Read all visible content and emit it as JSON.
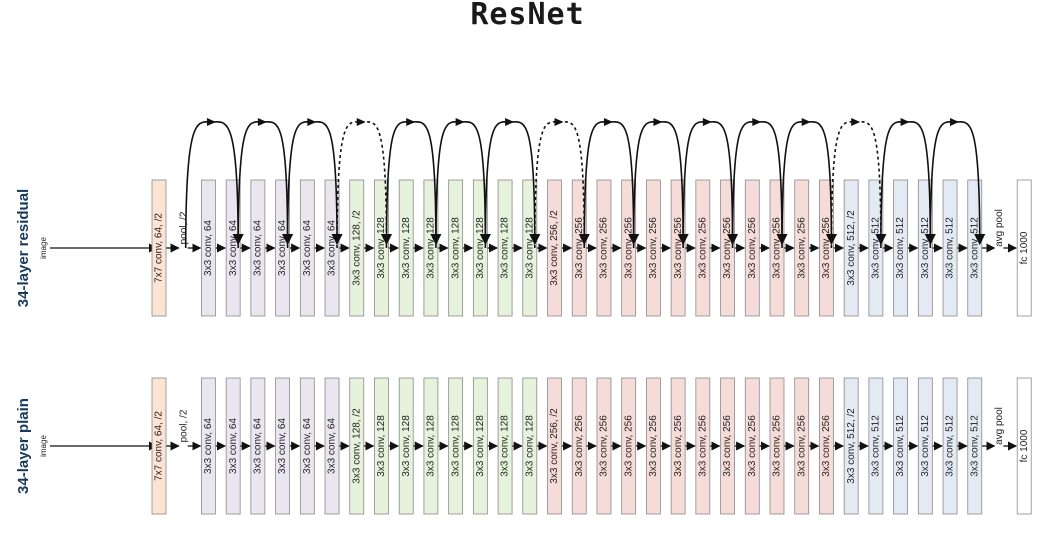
{
  "title": "ResNet",
  "rows": [
    {
      "id": "residual",
      "label": "34-layer residual",
      "input_label": "image",
      "skips": true
    },
    {
      "id": "plain",
      "label": "34-layer plain",
      "input_label": "image",
      "skips": false
    }
  ],
  "layers": [
    {
      "label": "7x7 conv, 64, /2",
      "stage": "stem"
    },
    {
      "label": "pool, /2",
      "stage": "pool"
    },
    {
      "label": "3x3 conv, 64",
      "stage": "s64"
    },
    {
      "label": "3x3 conv, 64",
      "stage": "s64"
    },
    {
      "label": "3x3 conv, 64",
      "stage": "s64"
    },
    {
      "label": "3x3 conv, 64",
      "stage": "s64"
    },
    {
      "label": "3x3 conv, 64",
      "stage": "s64"
    },
    {
      "label": "3x3 conv, 64",
      "stage": "s64"
    },
    {
      "label": "3x3 conv, 128, /2",
      "stage": "s128"
    },
    {
      "label": "3x3 conv, 128",
      "stage": "s128"
    },
    {
      "label": "3x3 conv, 128",
      "stage": "s128"
    },
    {
      "label": "3x3 conv, 128",
      "stage": "s128"
    },
    {
      "label": "3x3 conv, 128",
      "stage": "s128"
    },
    {
      "label": "3x3 conv, 128",
      "stage": "s128"
    },
    {
      "label": "3x3 conv, 128",
      "stage": "s128"
    },
    {
      "label": "3x3 conv, 128",
      "stage": "s128"
    },
    {
      "label": "3x3 conv, 256, /2",
      "stage": "s256"
    },
    {
      "label": "3x3 conv, 256",
      "stage": "s256"
    },
    {
      "label": "3x3 conv, 256",
      "stage": "s256"
    },
    {
      "label": "3x3 conv, 256",
      "stage": "s256"
    },
    {
      "label": "3x3 conv, 256",
      "stage": "s256"
    },
    {
      "label": "3x3 conv, 256",
      "stage": "s256"
    },
    {
      "label": "3x3 conv, 256",
      "stage": "s256"
    },
    {
      "label": "3x3 conv, 256",
      "stage": "s256"
    },
    {
      "label": "3x3 conv, 256",
      "stage": "s256"
    },
    {
      "label": "3x3 conv, 256",
      "stage": "s256"
    },
    {
      "label": "3x3 conv, 256",
      "stage": "s256"
    },
    {
      "label": "3x3 conv, 256",
      "stage": "s256"
    },
    {
      "label": "3x3 conv, 512, /2",
      "stage": "s512"
    },
    {
      "label": "3x3 conv, 512",
      "stage": "s512"
    },
    {
      "label": "3x3 conv, 512",
      "stage": "s512"
    },
    {
      "label": "3x3 conv, 512",
      "stage": "s512"
    },
    {
      "label": "3x3 conv, 512",
      "stage": "s512"
    },
    {
      "label": "3x3 conv, 512",
      "stage": "s512"
    },
    {
      "label": "avg pool",
      "stage": "pool"
    },
    {
      "label": "fc 1000",
      "stage": "fc"
    }
  ],
  "stage_colors": {
    "stem": "#fbe4d3",
    "s64": "#e9e6f0",
    "s128": "#e6f2dc",
    "s256": "#f6dcd9",
    "s512": "#e4eaf4",
    "fc": "#ffffff"
  },
  "skip_connections": [
    {
      "from": 1,
      "to": 3,
      "style": "solid"
    },
    {
      "from": 3,
      "to": 5,
      "style": "solid"
    },
    {
      "from": 5,
      "to": 7,
      "style": "solid"
    },
    {
      "from": 7,
      "to": 9,
      "style": "dashed"
    },
    {
      "from": 9,
      "to": 11,
      "style": "solid"
    },
    {
      "from": 11,
      "to": 13,
      "style": "solid"
    },
    {
      "from": 13,
      "to": 15,
      "style": "solid"
    },
    {
      "from": 15,
      "to": 17,
      "style": "dashed"
    },
    {
      "from": 17,
      "to": 19,
      "style": "solid"
    },
    {
      "from": 19,
      "to": 21,
      "style": "solid"
    },
    {
      "from": 21,
      "to": 23,
      "style": "solid"
    },
    {
      "from": 23,
      "to": 25,
      "style": "solid"
    },
    {
      "from": 25,
      "to": 27,
      "style": "solid"
    },
    {
      "from": 27,
      "to": 29,
      "style": "dashed"
    },
    {
      "from": 29,
      "to": 31,
      "style": "solid"
    },
    {
      "from": 31,
      "to": 33,
      "style": "solid"
    }
  ]
}
